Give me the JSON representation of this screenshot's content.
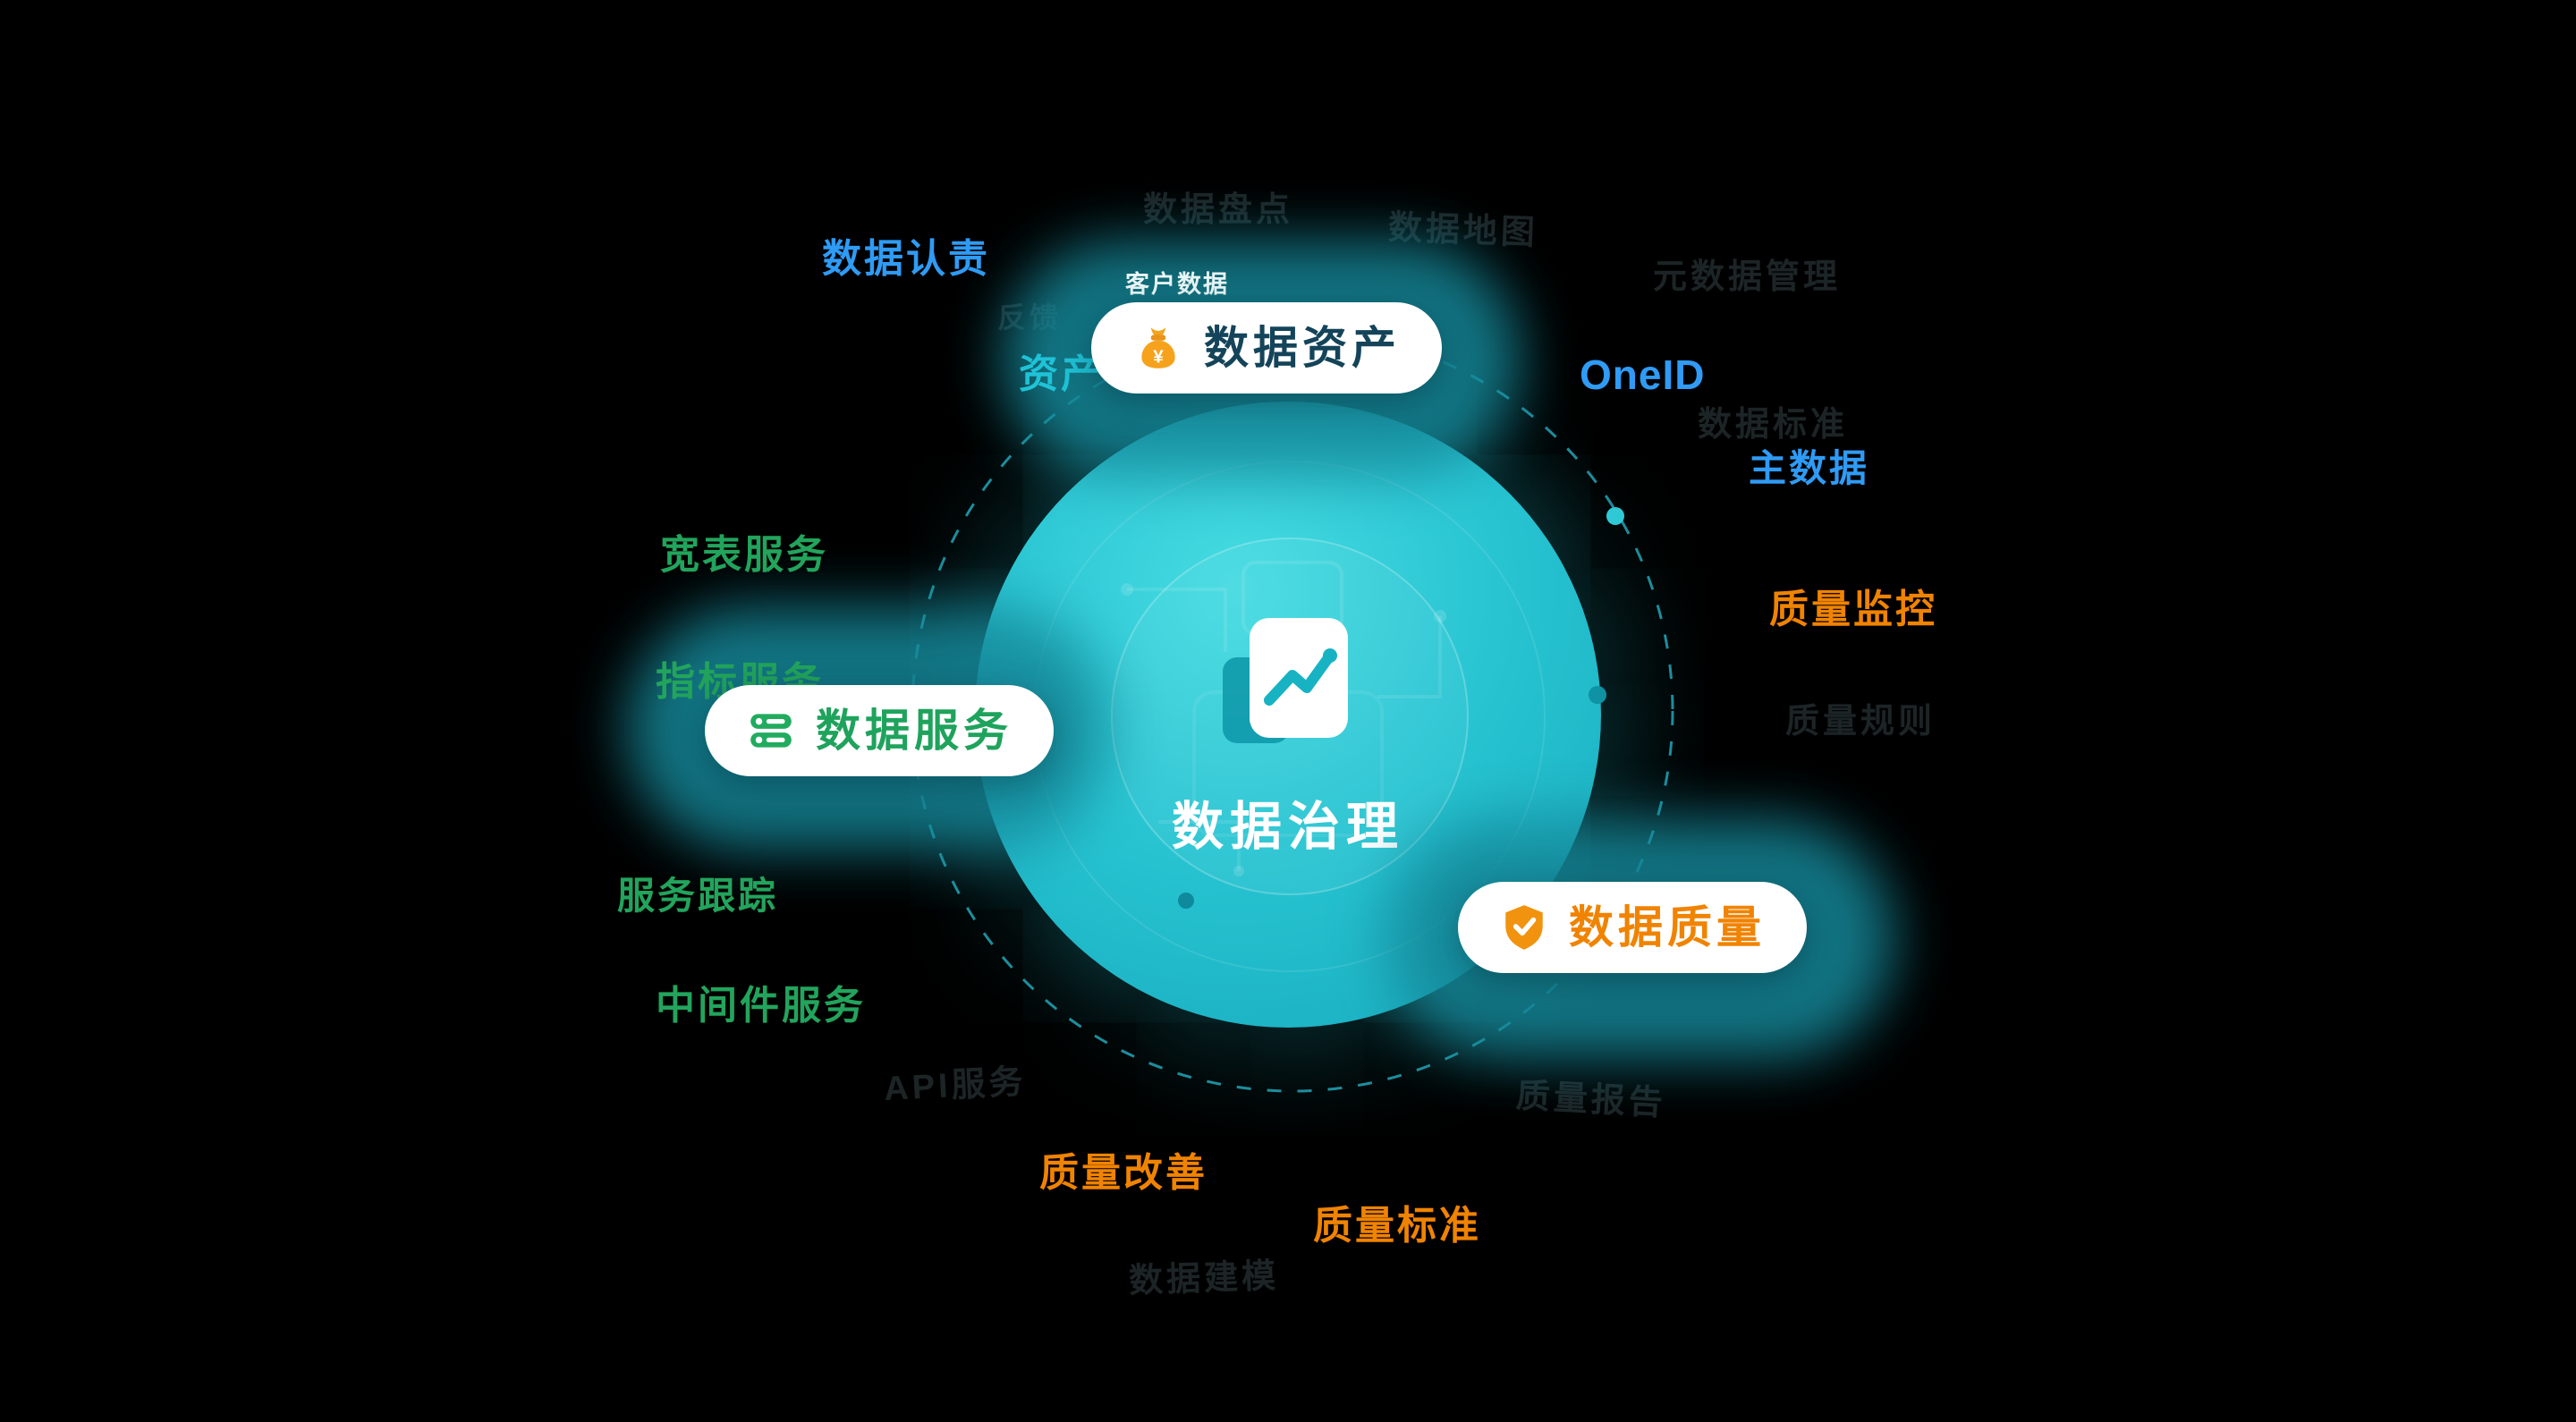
{
  "diagram": {
    "center": {
      "title": "数据治理",
      "icon": "trend-document-icon"
    },
    "nodes": [
      {
        "label": "数据资产",
        "icon": "money-bag-icon",
        "text_color": "#14445a"
      },
      {
        "label": "数据服务",
        "icon": "database-icon",
        "text_color": "#1fa35c"
      },
      {
        "label": "数据质量",
        "icon": "shield-check-icon",
        "text_color": "#f08300"
      }
    ],
    "satellites": [
      {
        "text": "数据认责",
        "group": "blue"
      },
      {
        "text": "客户数据",
        "group": "white"
      },
      {
        "text": "资产",
        "group": "cyan"
      },
      {
        "text": "OneID",
        "group": "blue"
      },
      {
        "text": "主数据",
        "group": "blue"
      },
      {
        "text": "宽表服务",
        "group": "green"
      },
      {
        "text": "质量监控",
        "group": "orange"
      },
      {
        "text": "指标服务",
        "group": "green"
      },
      {
        "text": "服务跟踪",
        "group": "green"
      },
      {
        "text": "中间件服务",
        "group": "green"
      },
      {
        "text": "质量改善",
        "group": "orange"
      },
      {
        "text": "质量标准",
        "group": "orange"
      }
    ],
    "faint_labels": [
      {
        "text": "数据盘点"
      },
      {
        "text": "数据地图"
      },
      {
        "text": "元数据管理"
      },
      {
        "text": "数据标准"
      },
      {
        "text": "质量规则"
      },
      {
        "text": "API服务"
      },
      {
        "text": "质量报告"
      },
      {
        "text": "数据建模"
      },
      {
        "text": "反馈"
      }
    ],
    "colors": {
      "blue": "#2f9bf5",
      "green": "#22a45c",
      "orange": "#f08300",
      "cyan": "#1fc2d6",
      "core_teal": "#27c3d1",
      "pill_background": "#ffffff",
      "background": "#000000"
    }
  }
}
